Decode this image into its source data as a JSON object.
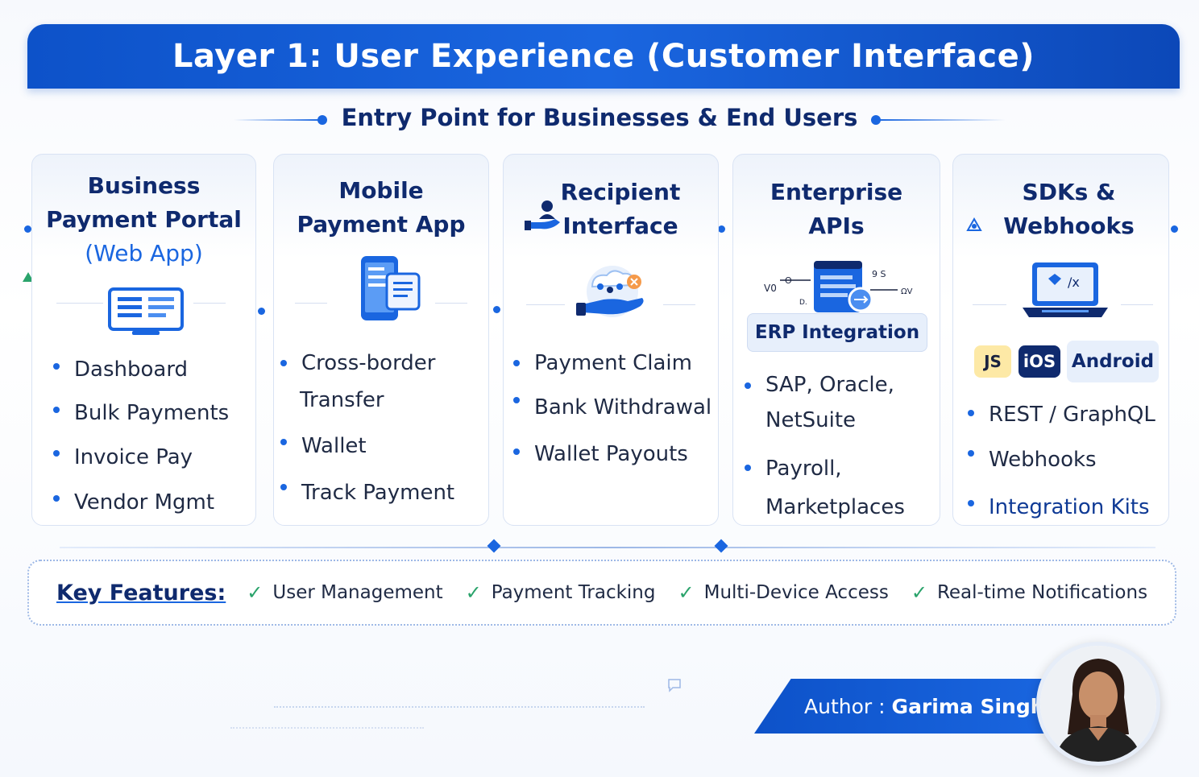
{
  "header": {
    "title": "Layer 1: User Experience (Customer Interface)"
  },
  "subtitle": "Entry Point for Businesses & End Users",
  "cards": [
    {
      "title_line1": "Business",
      "title_line2": "Payment Portal",
      "title_sub": "(Web App)",
      "items": [
        "Dashboard",
        "Bulk Payments",
        "Invoice Pay",
        "Vendor Mgmt"
      ]
    },
    {
      "title_line1": "Mobile",
      "title_line2": "Payment App",
      "items": [
        "Cross-border",
        "Transfer",
        "Wallet",
        "Track Payment"
      ]
    },
    {
      "title_line1": "Recipient",
      "title_line2": "Interface",
      "items": [
        "Payment Claim",
        "Bank Withdrawal",
        "Wallet Payouts"
      ]
    },
    {
      "title_line1": "Enterprise",
      "title_line2": "APIs",
      "tag": "ERP Integration",
      "items": [
        "SAP, Oracle,",
        "NetSuite",
        "Payroll,",
        "Marketplaces"
      ]
    },
    {
      "title_line1": "SDKs &",
      "title_line2": "Webhooks",
      "chips": [
        "JS",
        "iOS",
        "Android"
      ],
      "items": [
        "REST / GraphQL",
        "Webhooks",
        "Integration Kits"
      ]
    }
  ],
  "features": {
    "label": "Key Features:",
    "items": [
      "User Management",
      "Payment Tracking",
      "Multi-Device Access",
      "Real-time Notifications"
    ]
  },
  "author": {
    "prefix": "Author :",
    "name": "Garima Singh"
  },
  "colors": {
    "primary": "#1a66e0",
    "dark": "#0f2a6e",
    "check": "#2aa36b"
  }
}
